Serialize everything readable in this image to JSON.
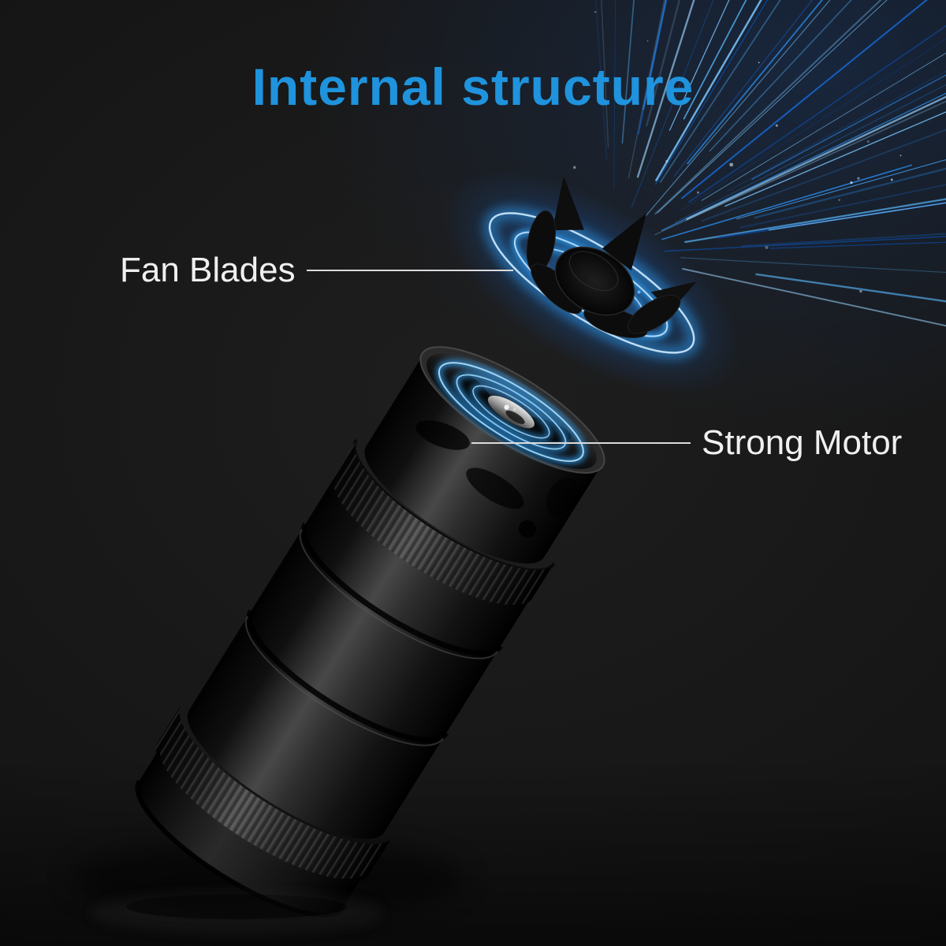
{
  "title": "Internal structure",
  "callouts": {
    "fan_blades": {
      "label": "Fan Blades"
    },
    "strong_motor": {
      "label": "Strong Motor"
    }
  },
  "colors": {
    "background": "#161616",
    "title": "#1f93dd",
    "label_text": "#f0f0f0",
    "leader_line": "#dcdcdc",
    "glow_blue": "#2fa6ff",
    "streak_blue": "#1668d2",
    "device_body": "#0a0a0a"
  }
}
